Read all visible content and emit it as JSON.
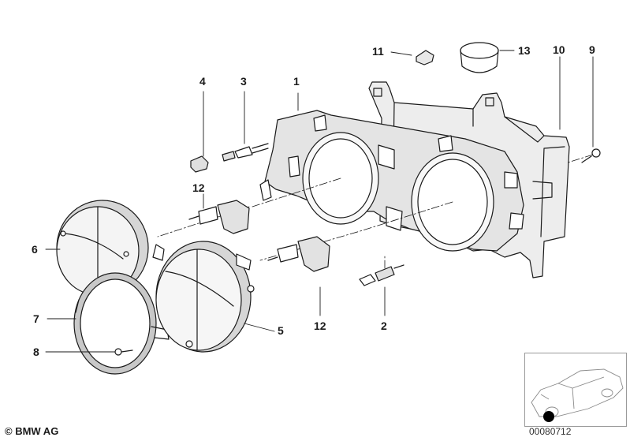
{
  "diagram": {
    "callouts": [
      {
        "id": "c1",
        "label": "1"
      },
      {
        "id": "c2",
        "label": "2"
      },
      {
        "id": "c3",
        "label": "3"
      },
      {
        "id": "c4",
        "label": "4"
      },
      {
        "id": "c5",
        "label": "5"
      },
      {
        "id": "c6",
        "label": "6"
      },
      {
        "id": "c7",
        "label": "7"
      },
      {
        "id": "c8",
        "label": "8"
      },
      {
        "id": "c9",
        "label": "9"
      },
      {
        "id": "c10",
        "label": "10"
      },
      {
        "id": "c11",
        "label": "11"
      },
      {
        "id": "c12a",
        "label": "12"
      },
      {
        "id": "c12b",
        "label": "12"
      },
      {
        "id": "c13",
        "label": "13"
      }
    ],
    "copyright": "© BMW AG",
    "image_number": "00080712"
  },
  "colors": {
    "line": "#1a1a1a",
    "fill_dark": "#d8d8d8",
    "fill_light": "#f2f2f2",
    "marker": "#000000"
  }
}
